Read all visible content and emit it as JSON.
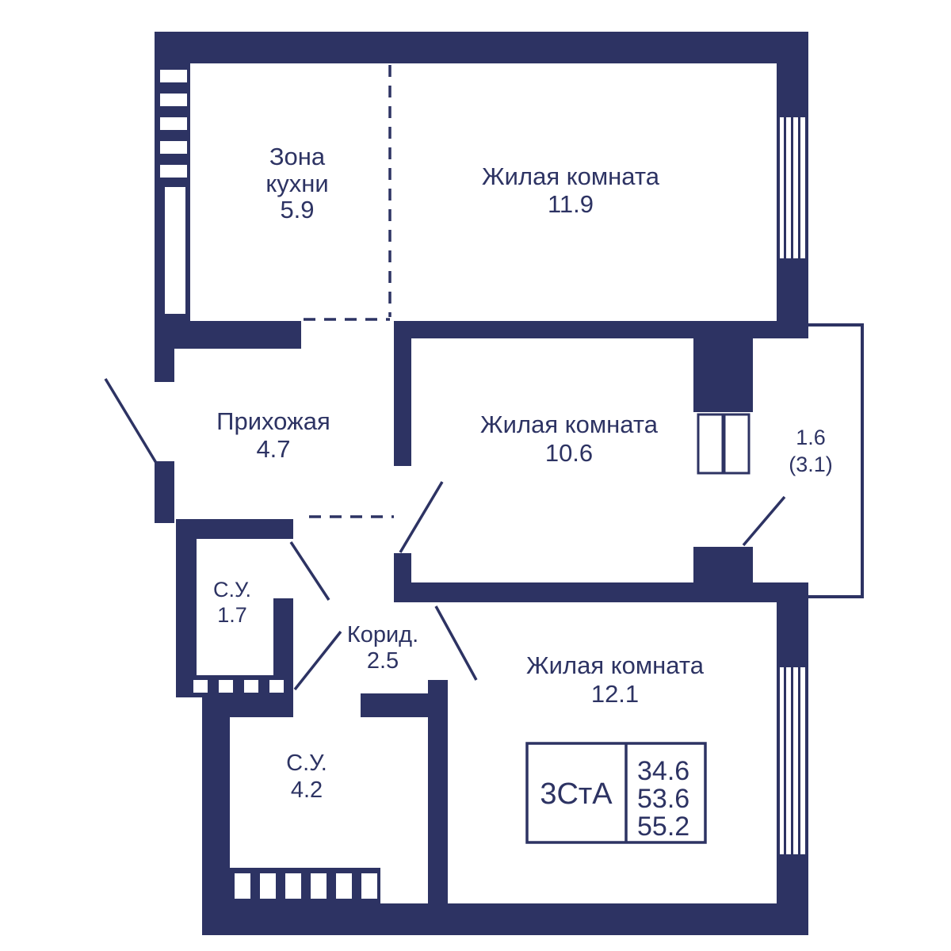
{
  "plan": {
    "rooms": {
      "kitchen": {
        "name_line1": "Зона",
        "name_line2": "кухни",
        "area": "5.9"
      },
      "living1": {
        "name": "Жилая комната",
        "area": "11.9"
      },
      "hallway": {
        "name": "Прихожая",
        "area": "4.7"
      },
      "living2": {
        "name": "Жилая комната",
        "area": "10.6"
      },
      "balcony": {
        "area": "1.6",
        "area_total": "(3.1)"
      },
      "bathroom1": {
        "name": "С.У.",
        "area": "1.7"
      },
      "corridor": {
        "name": "Корид.",
        "area": "2.5"
      },
      "bathroom2": {
        "name": "С.У.",
        "area": "4.2"
      },
      "living3": {
        "name": "Жилая комната",
        "area": "12.1"
      }
    },
    "stamp": {
      "layout_type": "3СтА",
      "values": [
        "34.6",
        "53.6",
        "55.2"
      ]
    },
    "colors": {
      "wall": "#2d3363",
      "background": "#ffffff"
    }
  }
}
